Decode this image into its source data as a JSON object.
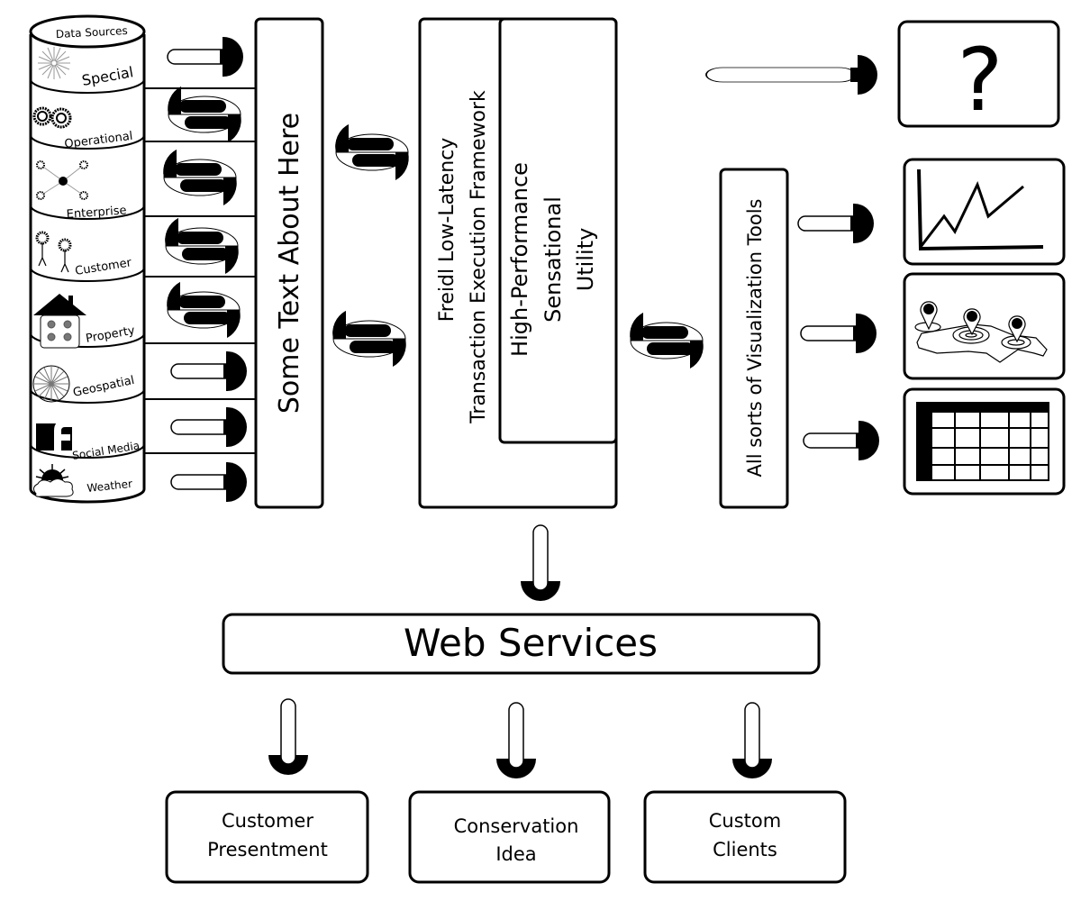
{
  "diagram": {
    "data_sources": {
      "title": "Data Sources",
      "segments": [
        {
          "label": "Special",
          "icon": "starburst-icon",
          "connector": "arrow-right"
        },
        {
          "label": "Operational",
          "icon": "gears-icon",
          "connector": "exchange"
        },
        {
          "label": "Enterprise",
          "icon": "network-icon",
          "connector": "exchange"
        },
        {
          "label": "Customer",
          "icon": "people-icon",
          "connector": "exchange"
        },
        {
          "label": "Property",
          "icon": "house-icon",
          "connector": "exchange"
        },
        {
          "label": "Geospatial",
          "icon": "globe-wheel-icon",
          "connector": "arrow-right"
        },
        {
          "label": "Social Media",
          "icon": "facebook-icon",
          "connector": "arrow-right"
        },
        {
          "label": "Weather",
          "icon": "sun-cloud-icon",
          "connector": "arrow-right"
        }
      ]
    },
    "integration_box": {
      "label": "Some Text About Here"
    },
    "framework_box": {
      "line1": "Freidl Low-Latency",
      "line2": "Transaction Execution Framework"
    },
    "utility_box": {
      "line1": "High-Performance",
      "line2": "Sensational",
      "line3": "Utility"
    },
    "visualization_box": {
      "label": "All sorts of Visualization Tools"
    },
    "outputs": [
      {
        "name": "unknown",
        "icon": "question-mark-icon",
        "glyph": "?"
      },
      {
        "name": "chart",
        "icon": "line-chart-icon"
      },
      {
        "name": "map",
        "icon": "map-pins-icon"
      },
      {
        "name": "table",
        "icon": "table-grid-icon"
      }
    ],
    "web_services": {
      "label": "Web Services"
    },
    "clients": [
      {
        "line1": "Customer",
        "line2": "Presentment"
      },
      {
        "line1": "Conservation",
        "line2": "Idea"
      },
      {
        "line1": "Custom",
        "line2": "Clients"
      }
    ]
  }
}
